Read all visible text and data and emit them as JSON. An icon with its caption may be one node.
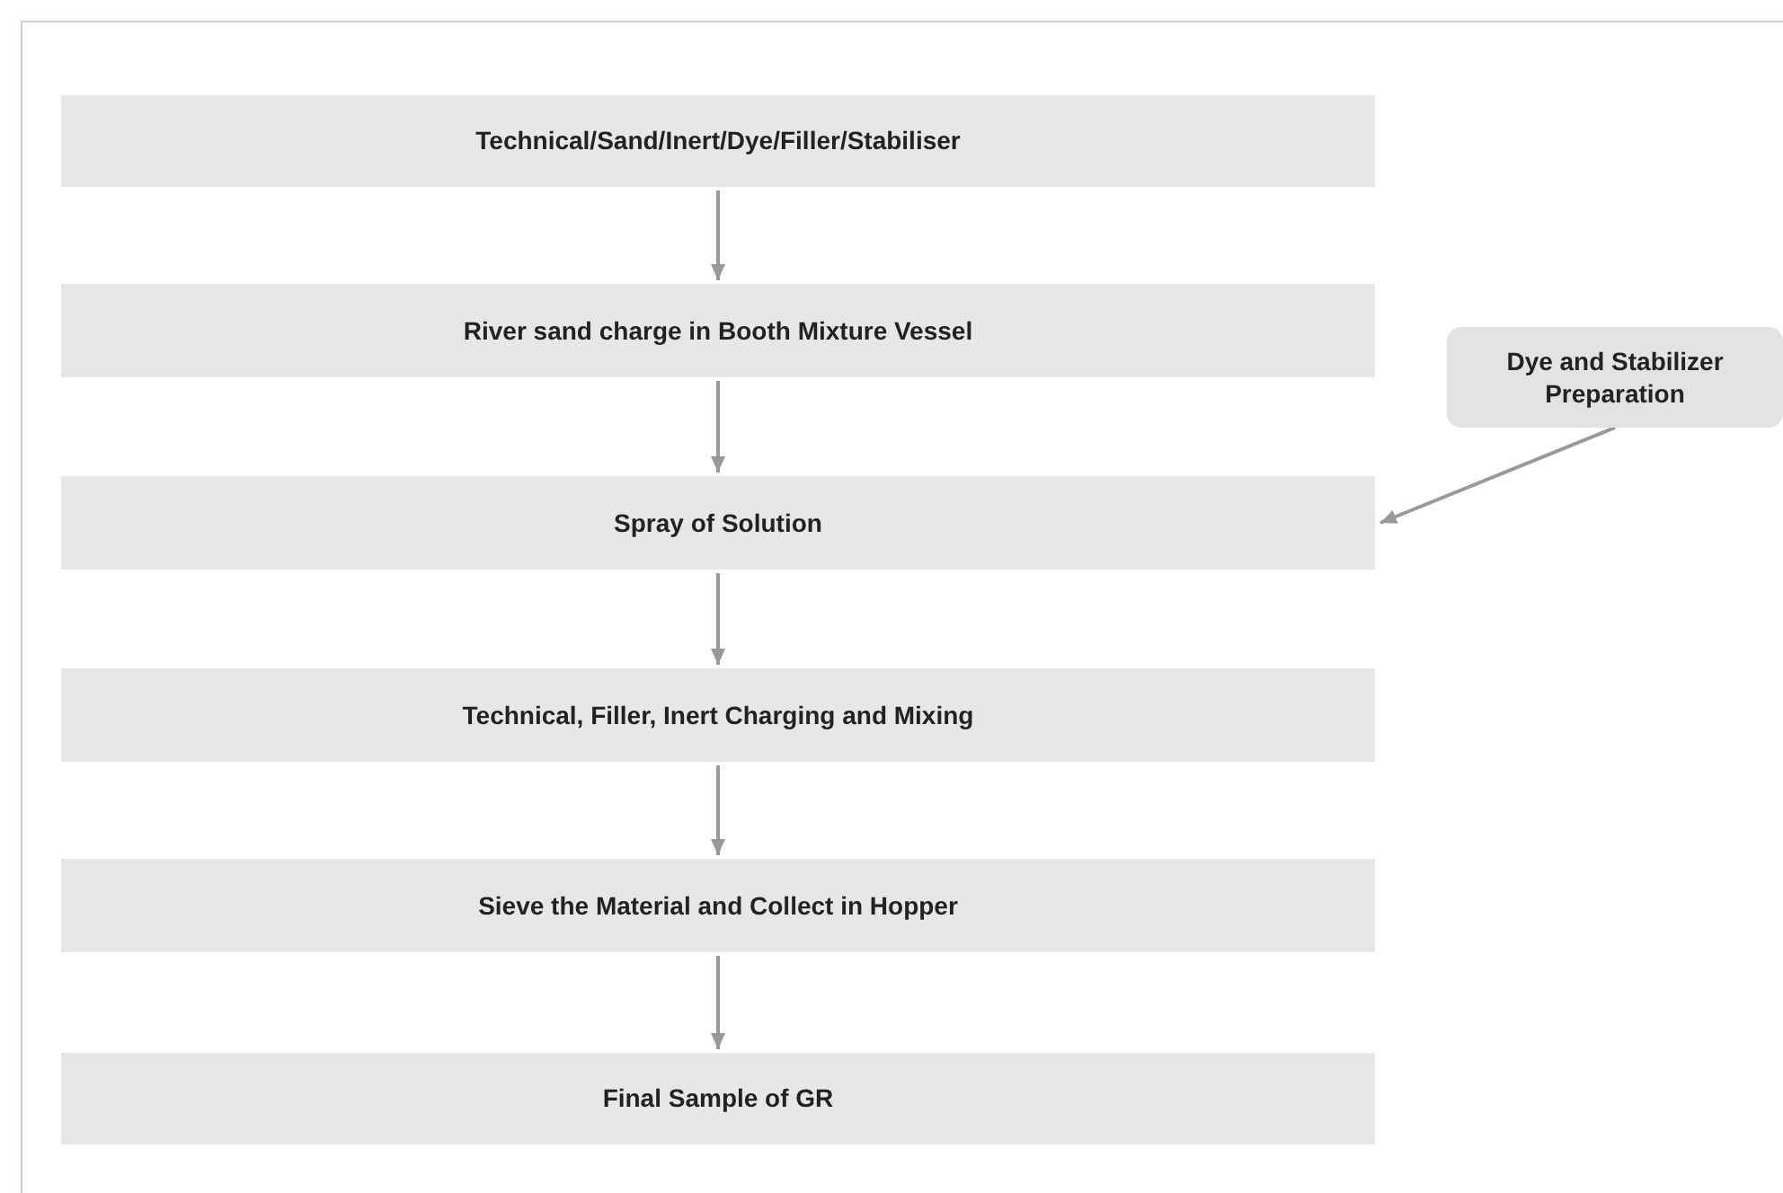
{
  "diagram": {
    "nodes": [
      {
        "text": [
          "Technical/Sand/Inert/Dye/Filler/Stabiliser"
        ]
      },
      {
        "text": [
          "River sand charge in Booth Mixture Vessel"
        ]
      },
      {
        "text": [
          "Spray of Solution"
        ]
      },
      {
        "text": [
          "Technical, Filler, Inert Charging and Mixing"
        ]
      },
      {
        "text": [
          "Sieve the Material and Collect in Hopper"
        ]
      },
      {
        "text": [
          "Final Sample of GR"
        ]
      },
      {
        "text": [
          "Dye and Stabilizer Preparation"
        ]
      }
    ],
    "edges": [
      {
        "from": 0,
        "to": 1,
        "arrow": "to"
      },
      {
        "from": 1,
        "to": 2,
        "arrow": "to"
      },
      {
        "from": 2,
        "to": 3,
        "arrow": "to"
      },
      {
        "from": 3,
        "to": 4,
        "arrow": "to"
      },
      {
        "from": 4,
        "to": 5,
        "arrow": "to"
      },
      {
        "from": 6,
        "to": 2,
        "arrow": "to"
      }
    ]
  }
}
